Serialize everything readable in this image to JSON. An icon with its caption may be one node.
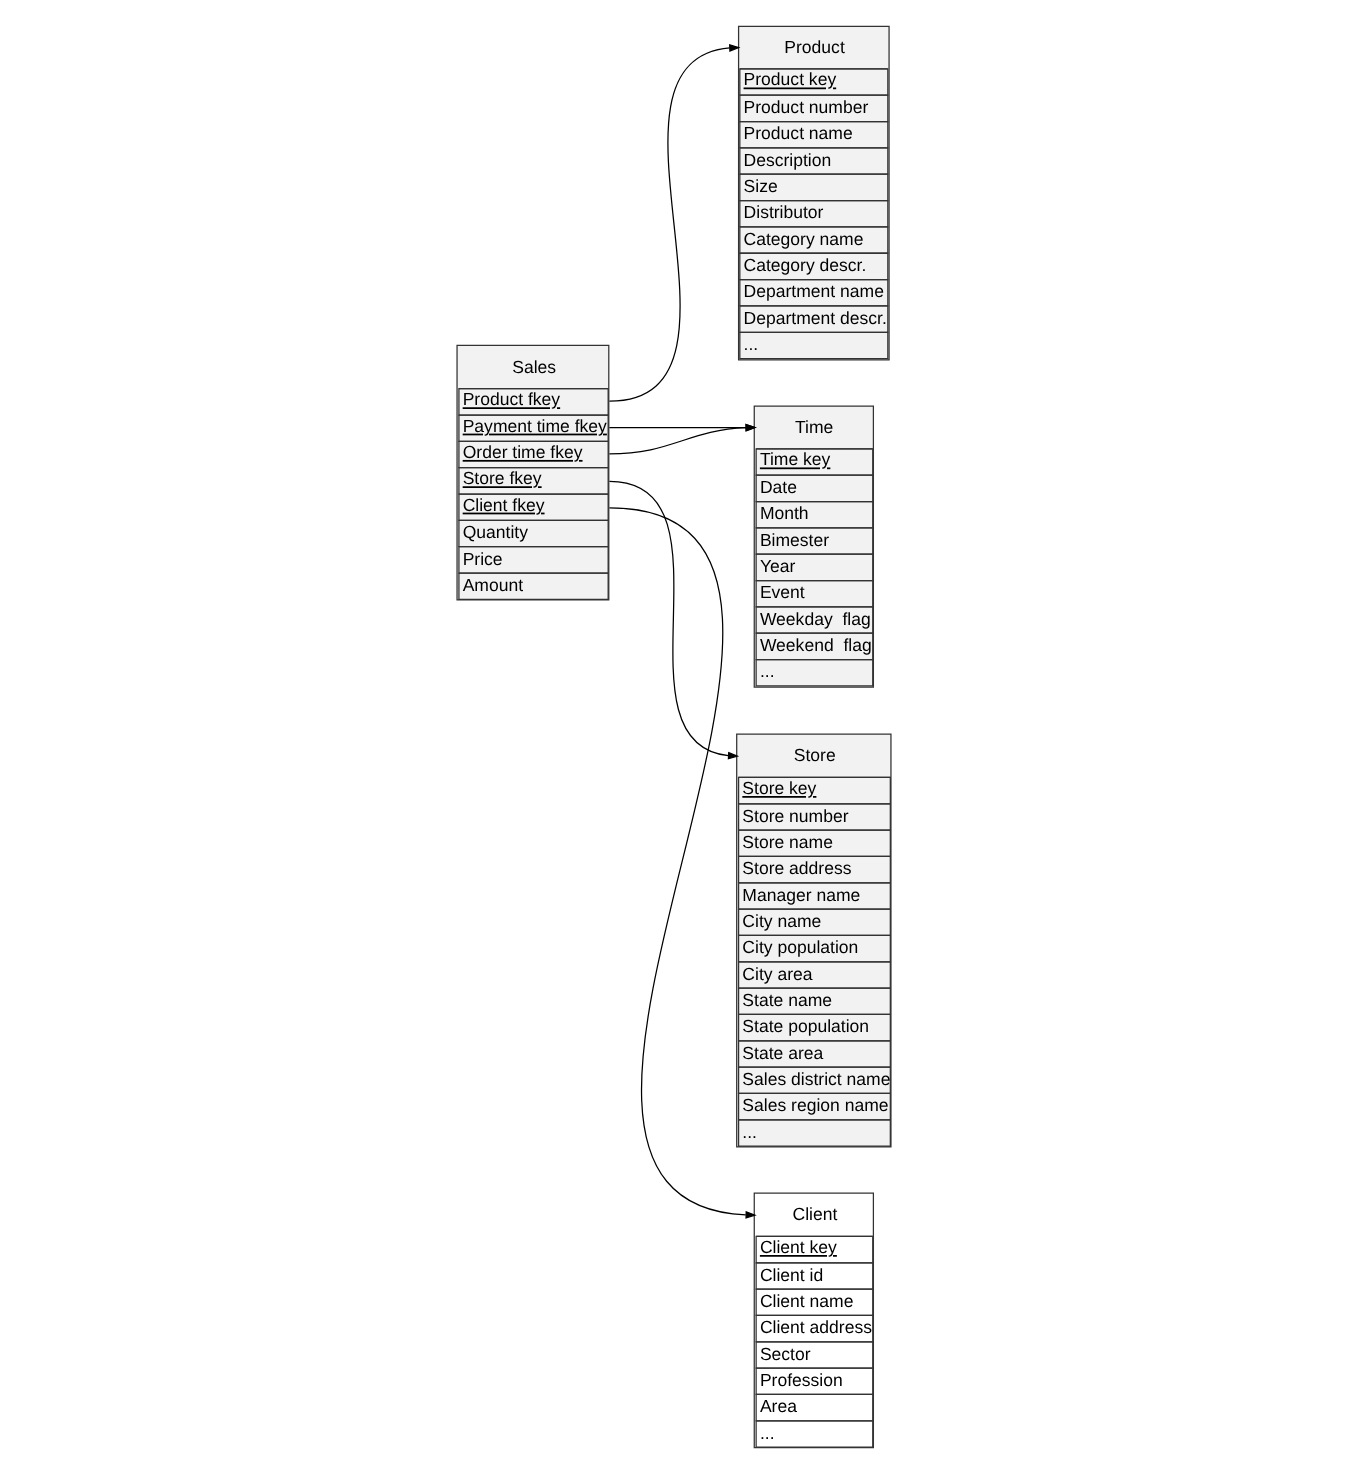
{
  "diagram": {
    "nodes": [
      {
        "text": [
          "Product",
          "Product key",
          "Product number",
          "Product name",
          "Description",
          "Size",
          "Distributor",
          "Category name",
          "Category descr.",
          "Department name",
          "Department descr.",
          "..."
        ]
      },
      {
        "text": [
          "Store",
          "Store key",
          "Store number",
          "Store name",
          "Store address",
          "Manager name",
          "City name",
          "City population",
          "City area",
          "State name",
          "State population",
          "State area",
          "Sales district name",
          "Sales region name",
          "..."
        ]
      },
      {
        "text": [
          "Sales",
          "Product fkey",
          "Payment time fkey",
          "Order time fkey",
          "Store fkey",
          "Client fkey",
          "Quantity",
          "Price",
          "Amount"
        ]
      },
      {
        "text": [
          "Time",
          "Time key",
          "Date",
          "Month",
          "Bimester",
          "Year",
          "Event",
          "Weekday  flag",
          "Weekend  flag",
          "..."
        ]
      },
      {
        "text": [
          "Client",
          "Client key",
          "Client id",
          "Client name",
          "Client address",
          "Sector",
          "Profession",
          "Area",
          "..."
        ]
      }
    ],
    "edges": [
      {
        "from": 2,
        "to": 0,
        "arrow": "to"
      },
      {
        "from": 2,
        "to": 3,
        "arrow": "to"
      },
      {
        "from": 2,
        "to": 3,
        "arrow": "to"
      },
      {
        "from": 2,
        "to": 1,
        "arrow": "to"
      },
      {
        "from": 2,
        "to": 4,
        "arrow": "to"
      }
    ]
  }
}
